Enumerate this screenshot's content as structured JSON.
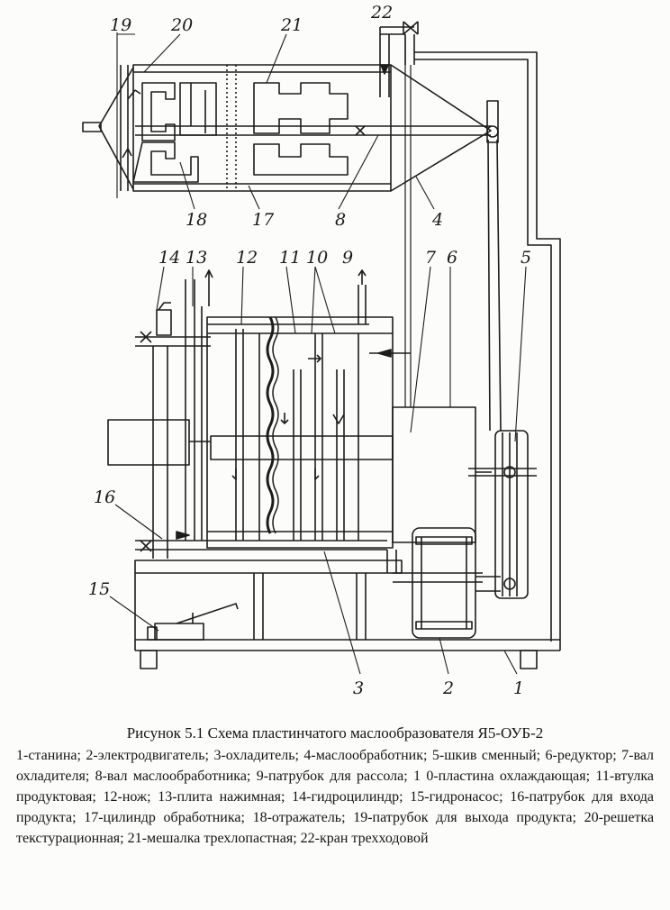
{
  "figure": {
    "title": "Рисунок 5.1 Схема пластинчатого маслообразователя Я5-ОУБ-2",
    "legend": [
      "1-станина;",
      "2-электродвигатель;",
      "3-охладитель;",
      "4-маслообработник;",
      "5-шкив сменный;",
      "6-редуктор;",
      "7-вал охладителя;",
      "8-вал маслообработника;",
      "9-патрубок для рассола;",
      "1 0-пластина охлаждающая;",
      "11-втулка продуктовая;",
      "12-нож;",
      "13-плита нажимная;",
      "14-гидроцилиндр;",
      "15-гидронасос;",
      "16-патрубок для входа продукта;",
      "17-цилиндр обработника;",
      "18-отражатель;",
      "19-патрубок для выхода продукта;",
      "20-решетка текстурационная;",
      "21-мешалка трехлопастная;",
      "22-кран трехходовой"
    ]
  },
  "callouts": [
    "19",
    "20",
    "21",
    "22",
    "18",
    "17",
    "8",
    "4",
    "14",
    "13",
    "12",
    "11",
    "10",
    "9",
    "7",
    "6",
    "5",
    "16",
    "15",
    "3",
    "2",
    "1"
  ]
}
